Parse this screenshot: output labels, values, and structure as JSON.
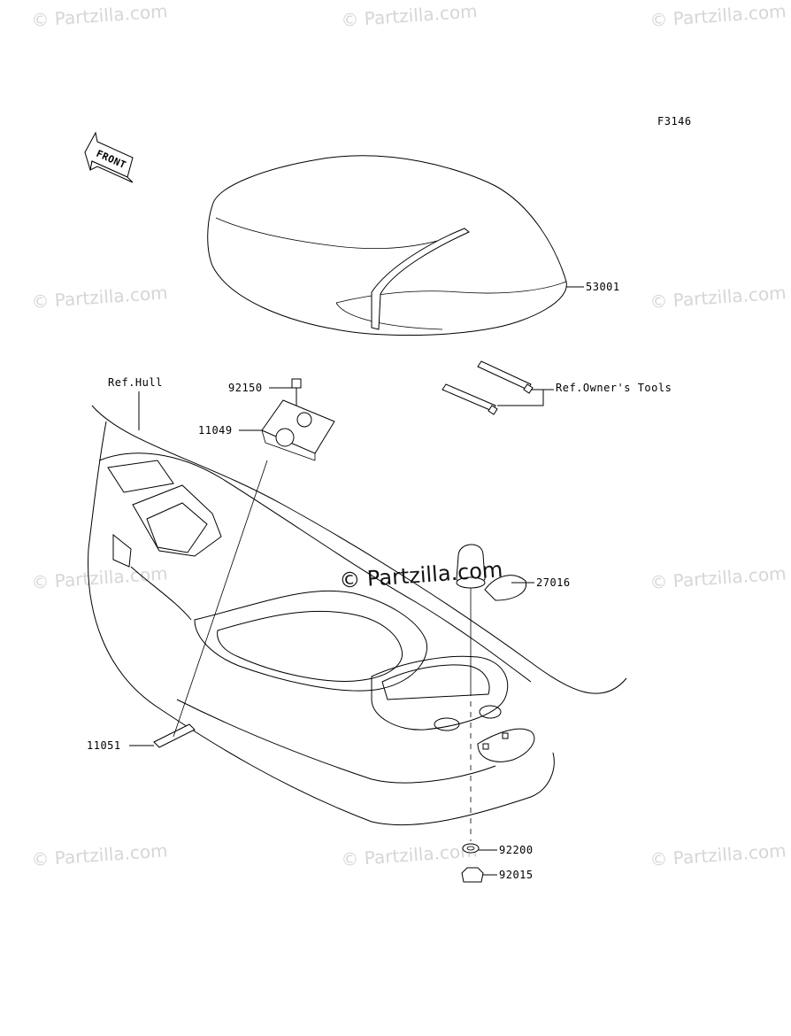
{
  "diagram_code": "F3146",
  "front_label": "FRONT",
  "watermark_text": "© Partzilla.com",
  "center_watermark_text": "© Partzilla.com",
  "parts": {
    "seat": "53001",
    "owners_tools": "Ref.Owner's Tools",
    "bolt": "92150",
    "bracket": "11049",
    "ref_hull": "Ref.Hull",
    "cap": "27016",
    "strip": "11051",
    "washer": "92200",
    "nut": "92015"
  },
  "colors": {
    "line": "#000000",
    "watermark": "#d6d6d6",
    "background": "#ffffff"
  }
}
